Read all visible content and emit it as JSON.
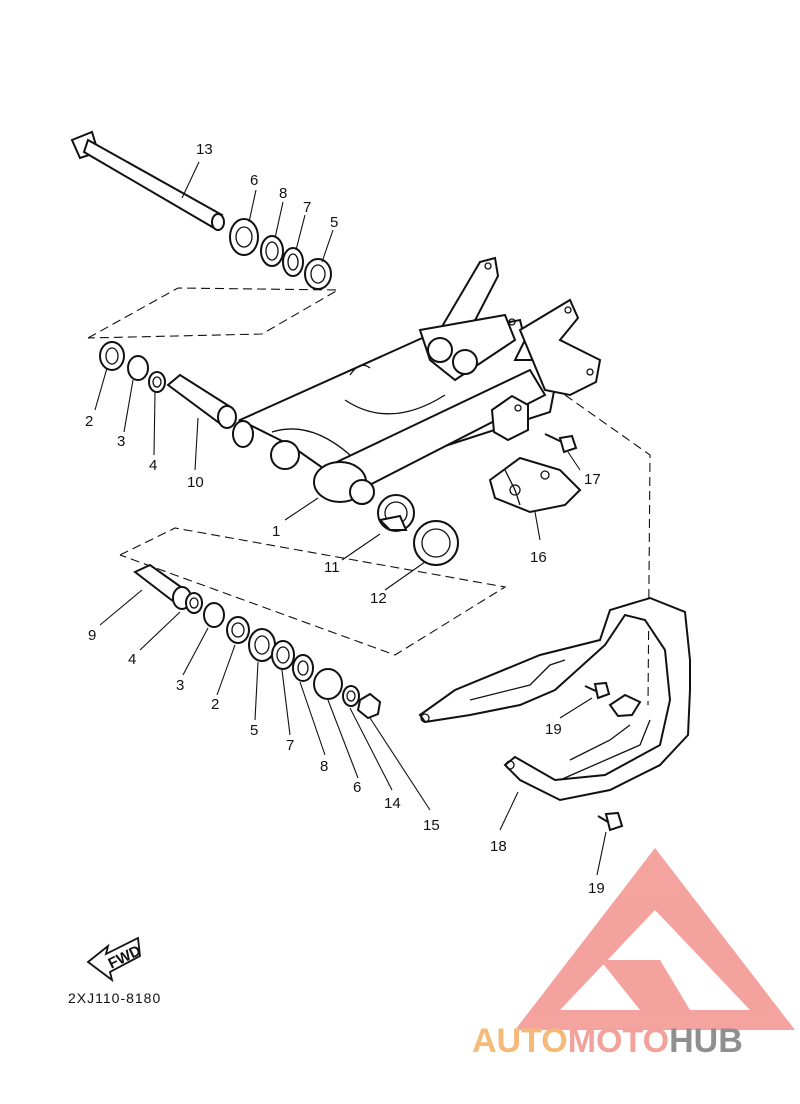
{
  "diagram": {
    "drawing_code": "2XJ110-8180",
    "fwd_label": "FWD",
    "callouts": {
      "c13": "13",
      "c6a": "6",
      "c8a": "8",
      "c7a": "7",
      "c5a": "5",
      "c2a": "2",
      "c3a": "3",
      "c4a": "4",
      "c10": "10",
      "c1": "1",
      "c11": "11",
      "c12": "12",
      "c17": "17",
      "c16": "16",
      "c9": "9",
      "c4b": "4",
      "c3b": "3",
      "c2b": "2",
      "c5b": "5",
      "c7b": "7",
      "c8b": "8",
      "c6b": "6",
      "c14": "14",
      "c15": "15",
      "c19a": "19",
      "c18": "18",
      "c19b": "19"
    }
  },
  "watermark": {
    "brand_part1": "AUTO",
    "brand_part2": "MOTO",
    "brand_part3": "HUB",
    "color_part1": "#f5b97a",
    "color_part2": "#f2a29a",
    "color_part3": "#8f8f8f",
    "logo_color": "#f28c86"
  }
}
